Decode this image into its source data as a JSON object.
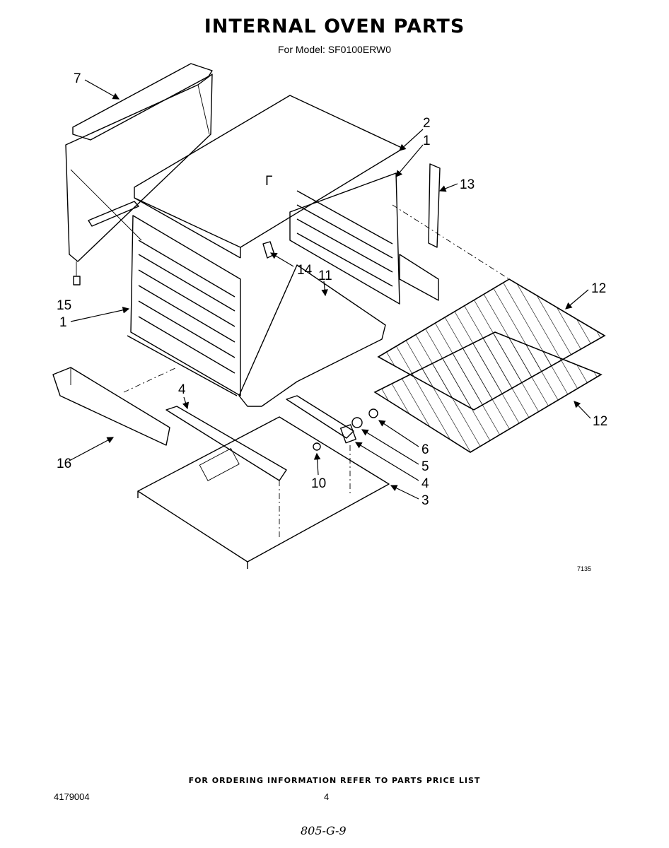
{
  "header": {
    "title": "INTERNAL OVEN PARTS",
    "subtitle": "For Model: SF0100ERW0"
  },
  "diagram": {
    "callouts": {
      "c1a": "1",
      "c1b": "1",
      "c2": "2",
      "c3": "3",
      "c4a": "4",
      "c4b": "4",
      "c5": "5",
      "c6": "6",
      "c7": "7",
      "c10": "10",
      "c11": "11",
      "c12a": "12",
      "c12b": "12",
      "c13": "13",
      "c14": "14",
      "c15": "15",
      "c16": "16"
    },
    "figure_code": "7135"
  },
  "footer": {
    "ordering_note": "FOR ORDERING INFORMATION REFER TO PARTS PRICE LIST",
    "part_number": "4179004",
    "page_number": "4",
    "handwritten_note": "805-G-9"
  }
}
